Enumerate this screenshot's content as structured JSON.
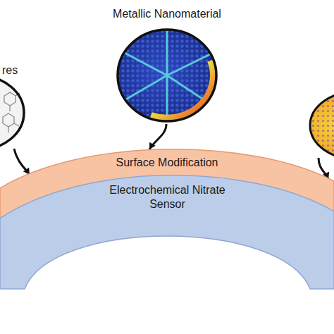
{
  "diagram": {
    "nodes": [
      {
        "text": [
          "Metallic Nanomaterial"
        ]
      },
      {
        "text": [
          "res"
        ]
      },
      {
        "text": [
          "Surface Modification"
        ]
      },
      {
        "text": [
          "Electrochemical Nitrate Sensor"
        ]
      }
    ],
    "edges": [
      {
        "from": 1,
        "to": 2,
        "arrow": "to"
      },
      {
        "from": 0,
        "to": 2,
        "arrow": "to"
      }
    ]
  }
}
